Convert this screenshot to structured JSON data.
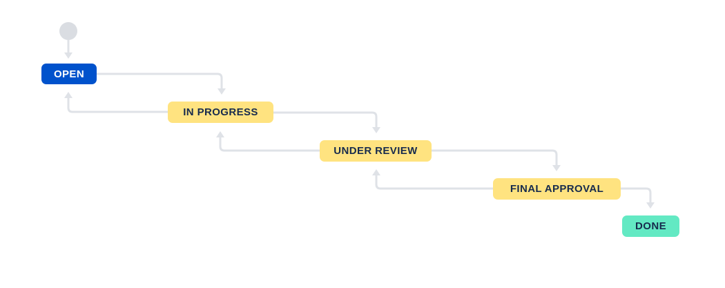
{
  "diagram": {
    "kind": "workflow-status-diagram",
    "background": "#FFFFFF",
    "connector_color": "#DFE2E7",
    "start_node_color": "#DADDE2",
    "nodes": [
      {
        "id": "start",
        "type": "start",
        "label": ""
      },
      {
        "id": "open",
        "type": "status",
        "label": "OPEN",
        "color": "#0052CC",
        "text_color": "#FFFFFF"
      },
      {
        "id": "in-progress",
        "type": "status",
        "label": "IN PROGRESS",
        "color": "#FFE380",
        "text_color": "#172B4D"
      },
      {
        "id": "under-review",
        "type": "status",
        "label": "UNDER REVIEW",
        "color": "#FFE380",
        "text_color": "#172B4D"
      },
      {
        "id": "final-approval",
        "type": "status",
        "label": "FINAL APPROVAL",
        "color": "#FFE380",
        "text_color": "#172B4D"
      },
      {
        "id": "done",
        "type": "status",
        "label": "DONE",
        "color": "#63E9C3",
        "text_color": "#172B4D"
      }
    ],
    "transitions": [
      {
        "from": "start",
        "to": "open"
      },
      {
        "from": "open",
        "to": "in-progress"
      },
      {
        "from": "in-progress",
        "to": "open"
      },
      {
        "from": "in-progress",
        "to": "under-review"
      },
      {
        "from": "under-review",
        "to": "in-progress"
      },
      {
        "from": "under-review",
        "to": "final-approval"
      },
      {
        "from": "final-approval",
        "to": "under-review"
      },
      {
        "from": "final-approval",
        "to": "done"
      }
    ]
  }
}
